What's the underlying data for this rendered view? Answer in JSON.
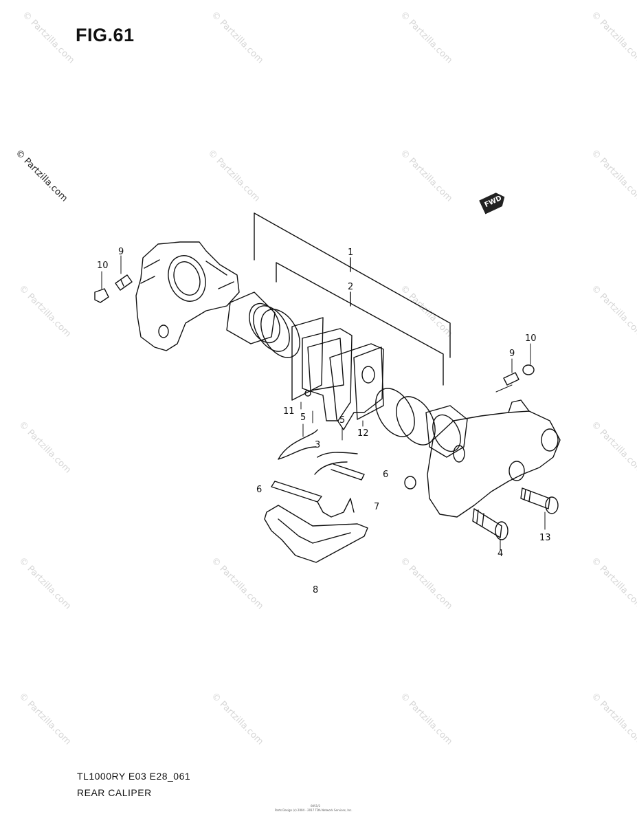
{
  "figure": {
    "title": "FIG.61"
  },
  "watermark": {
    "text": "© Partzilla.com"
  },
  "direction_badge": {
    "label": "FWD"
  },
  "callouts": {
    "c1": "1",
    "c2": "2",
    "c3": "3",
    "c4": "4",
    "c5a": "5",
    "c5b": "5",
    "c6a": "6",
    "c6b": "6",
    "c7": "7",
    "c8": "8",
    "c9a": "9",
    "c9b": "9",
    "c10a": "10",
    "c10b": "10",
    "c11": "11",
    "c12": "12",
    "c13": "13"
  },
  "footer": {
    "model": "TL1000RY E03 E28_061",
    "caption": "REAR CALIPER",
    "page_ref": "0051/2",
    "footnote": "Parts Design (c) 2004 - 2017 TDA Network Services, Inc."
  }
}
